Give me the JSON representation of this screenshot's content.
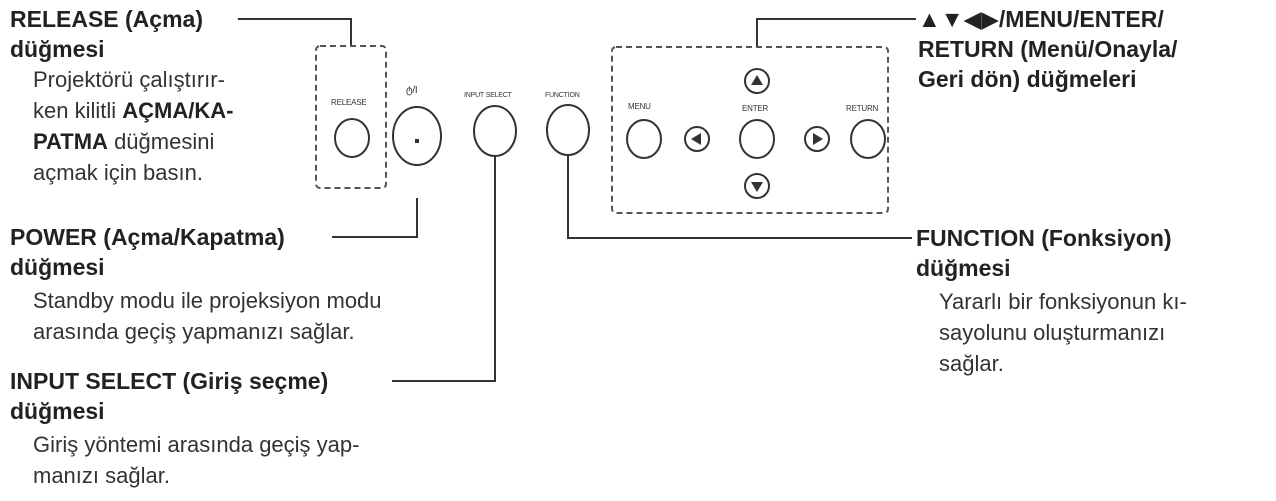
{
  "release": {
    "heading_line1": "RELEASE (Açma)",
    "heading_line2": "düğmesi",
    "desc_line1": "Projektörü çalıştırır-",
    "desc_line2_pre": "ken kilitli ",
    "desc_line2_bold": "AÇMA/KA-",
    "desc_line3_bold": "PATMA",
    "desc_line3_post": " düğmesini",
    "desc_line4": "açmak için basın."
  },
  "power": {
    "heading_line1": "POWER (Açma/Kapatma)",
    "heading_line2": "düğmesi",
    "desc_line1": "Standby modu ile projeksiyon modu",
    "desc_line2": "arasında geçiş yapmanızı sağlar."
  },
  "input_select": {
    "heading_line1": "INPUT SELECT (Giriş seçme)",
    "heading_line2": "düğmesi",
    "desc_line1": "Giriş yöntemi arasında geçiş yap-",
    "desc_line2": "manızı sağlar."
  },
  "nav_buttons": {
    "heading_line1": "▲▼◀▶/MENU/ENTER/",
    "heading_line2": "RETURN (Menü/Onayla/",
    "heading_line3": "Geri dön) düğmeleri"
  },
  "function": {
    "heading_line1": "FUNCTION (Fonksiyon)",
    "heading_line2": "düğmesi",
    "desc_line1": "Yararlı bir fonksiyonun kı-",
    "desc_line2": "sayolunu oluşturmanızı",
    "desc_line3": "sağlar."
  },
  "panel_labels": {
    "release": "RELEASE",
    "power": "ტ/I",
    "input_select": "INPUT SELECT",
    "function": "FUNCTION",
    "menu": "MENU",
    "enter": "ENTER",
    "return": "RETURN"
  }
}
